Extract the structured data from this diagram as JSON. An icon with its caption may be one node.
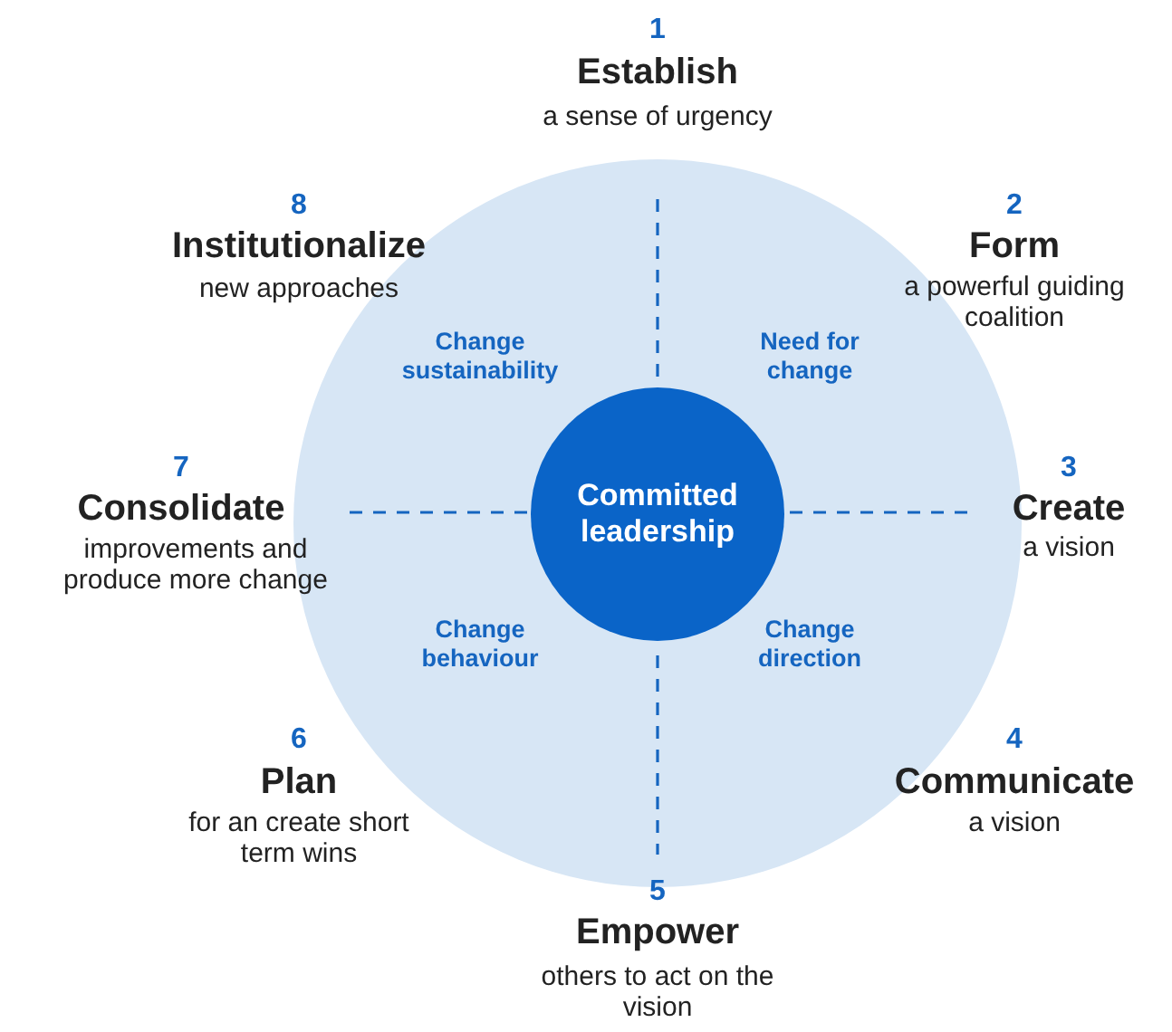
{
  "diagram": {
    "nodes": [
      {
        "text": [
          "Committed leadership"
        ]
      }
    ],
    "labels": [
      "1",
      "Establish",
      "a sense of urgency",
      "8",
      "Institutionalize",
      "new approaches",
      "2",
      "Form",
      "a powerful guiding coalition",
      "Change sustainability",
      "Need for change",
      "7",
      "Consolidate",
      "improvements and produce more change",
      "3",
      "Create",
      "a vision",
      "Change behaviour",
      "Change direction",
      "6",
      "Plan",
      "for an create short term wins",
      "4",
      "Communicate",
      "a vision",
      "5",
      "Empower",
      "others to act on the vision"
    ]
  }
}
